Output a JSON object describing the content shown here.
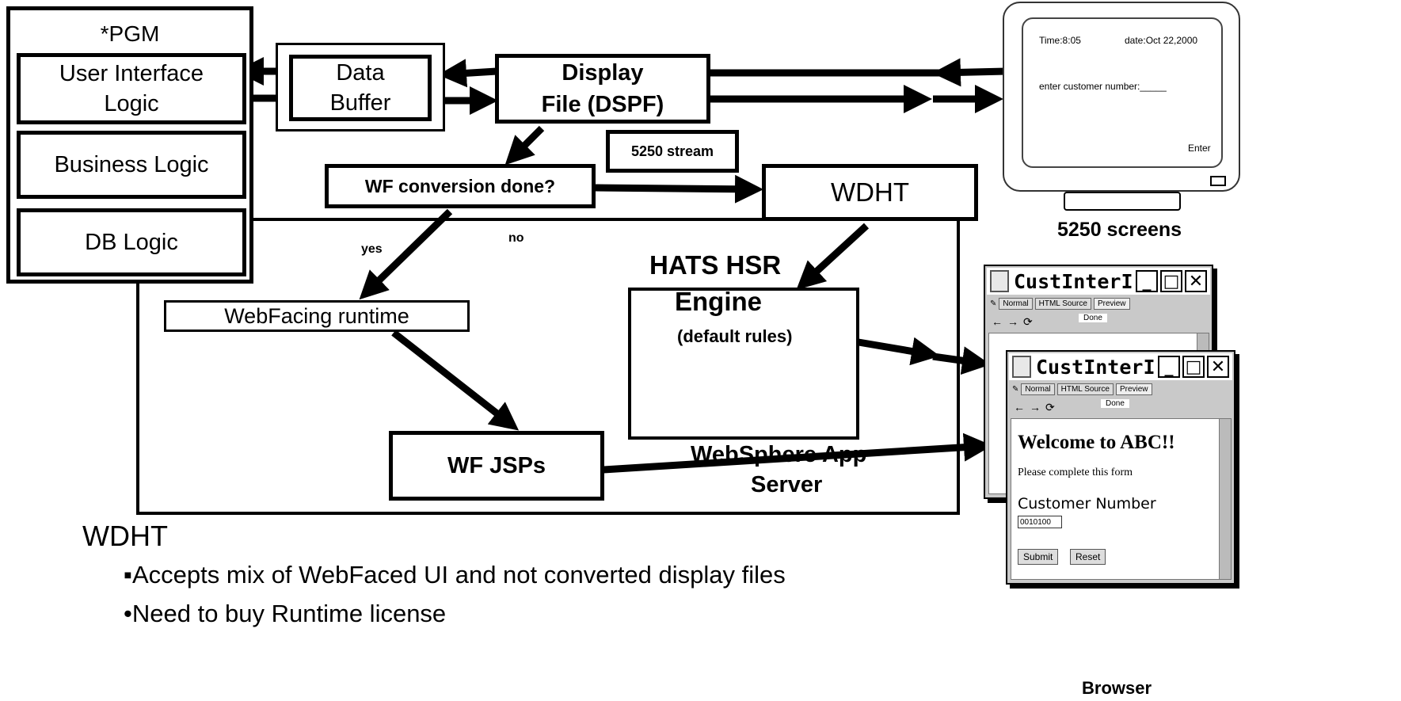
{
  "pgm": {
    "title": "*PGM",
    "ui_logic": [
      "User Interface",
      "Logic"
    ],
    "business_logic": "Business Logic",
    "db_logic": "DB Logic"
  },
  "data_buffer": [
    "Data",
    "Buffer"
  ],
  "display_file": [
    "Display",
    "File (DSPF)"
  ],
  "stream_label": "5250 stream",
  "wf_conversion": "WF conversion done?",
  "wdht_box": "WDHT",
  "yes_label": "yes",
  "no_label": "no",
  "webfacing_runtime": "WebFacing runtime",
  "hats": {
    "line1": "HATS HSR",
    "line2": "Engine",
    "line3": "(default rules)"
  },
  "wf_jsps": "WF JSPs",
  "websphere": [
    "WebSphere App",
    "Server"
  ],
  "monitor": {
    "time": "Time:8:05",
    "date": "date:Oct 22,2000",
    "prompt": "enter customer number:_____",
    "enter": "Enter"
  },
  "screens_caption": "5250 screens",
  "browser_caption": "Browser",
  "browser": {
    "title": "CustInterI...",
    "tabs": [
      "Normal",
      "HTML Source",
      "Preview"
    ],
    "status": "Done",
    "heading": "Welcome to ABC!!",
    "instruction": "Please complete this form",
    "field_label": "Customer Number",
    "field_value": "0010100",
    "submit": "Submit",
    "reset": "Reset"
  },
  "bullets": {
    "heading": "WDHT",
    "item1": "▪Accepts mix of WebFaced UI and not converted display files",
    "item2": "•Need to buy Runtime license"
  }
}
